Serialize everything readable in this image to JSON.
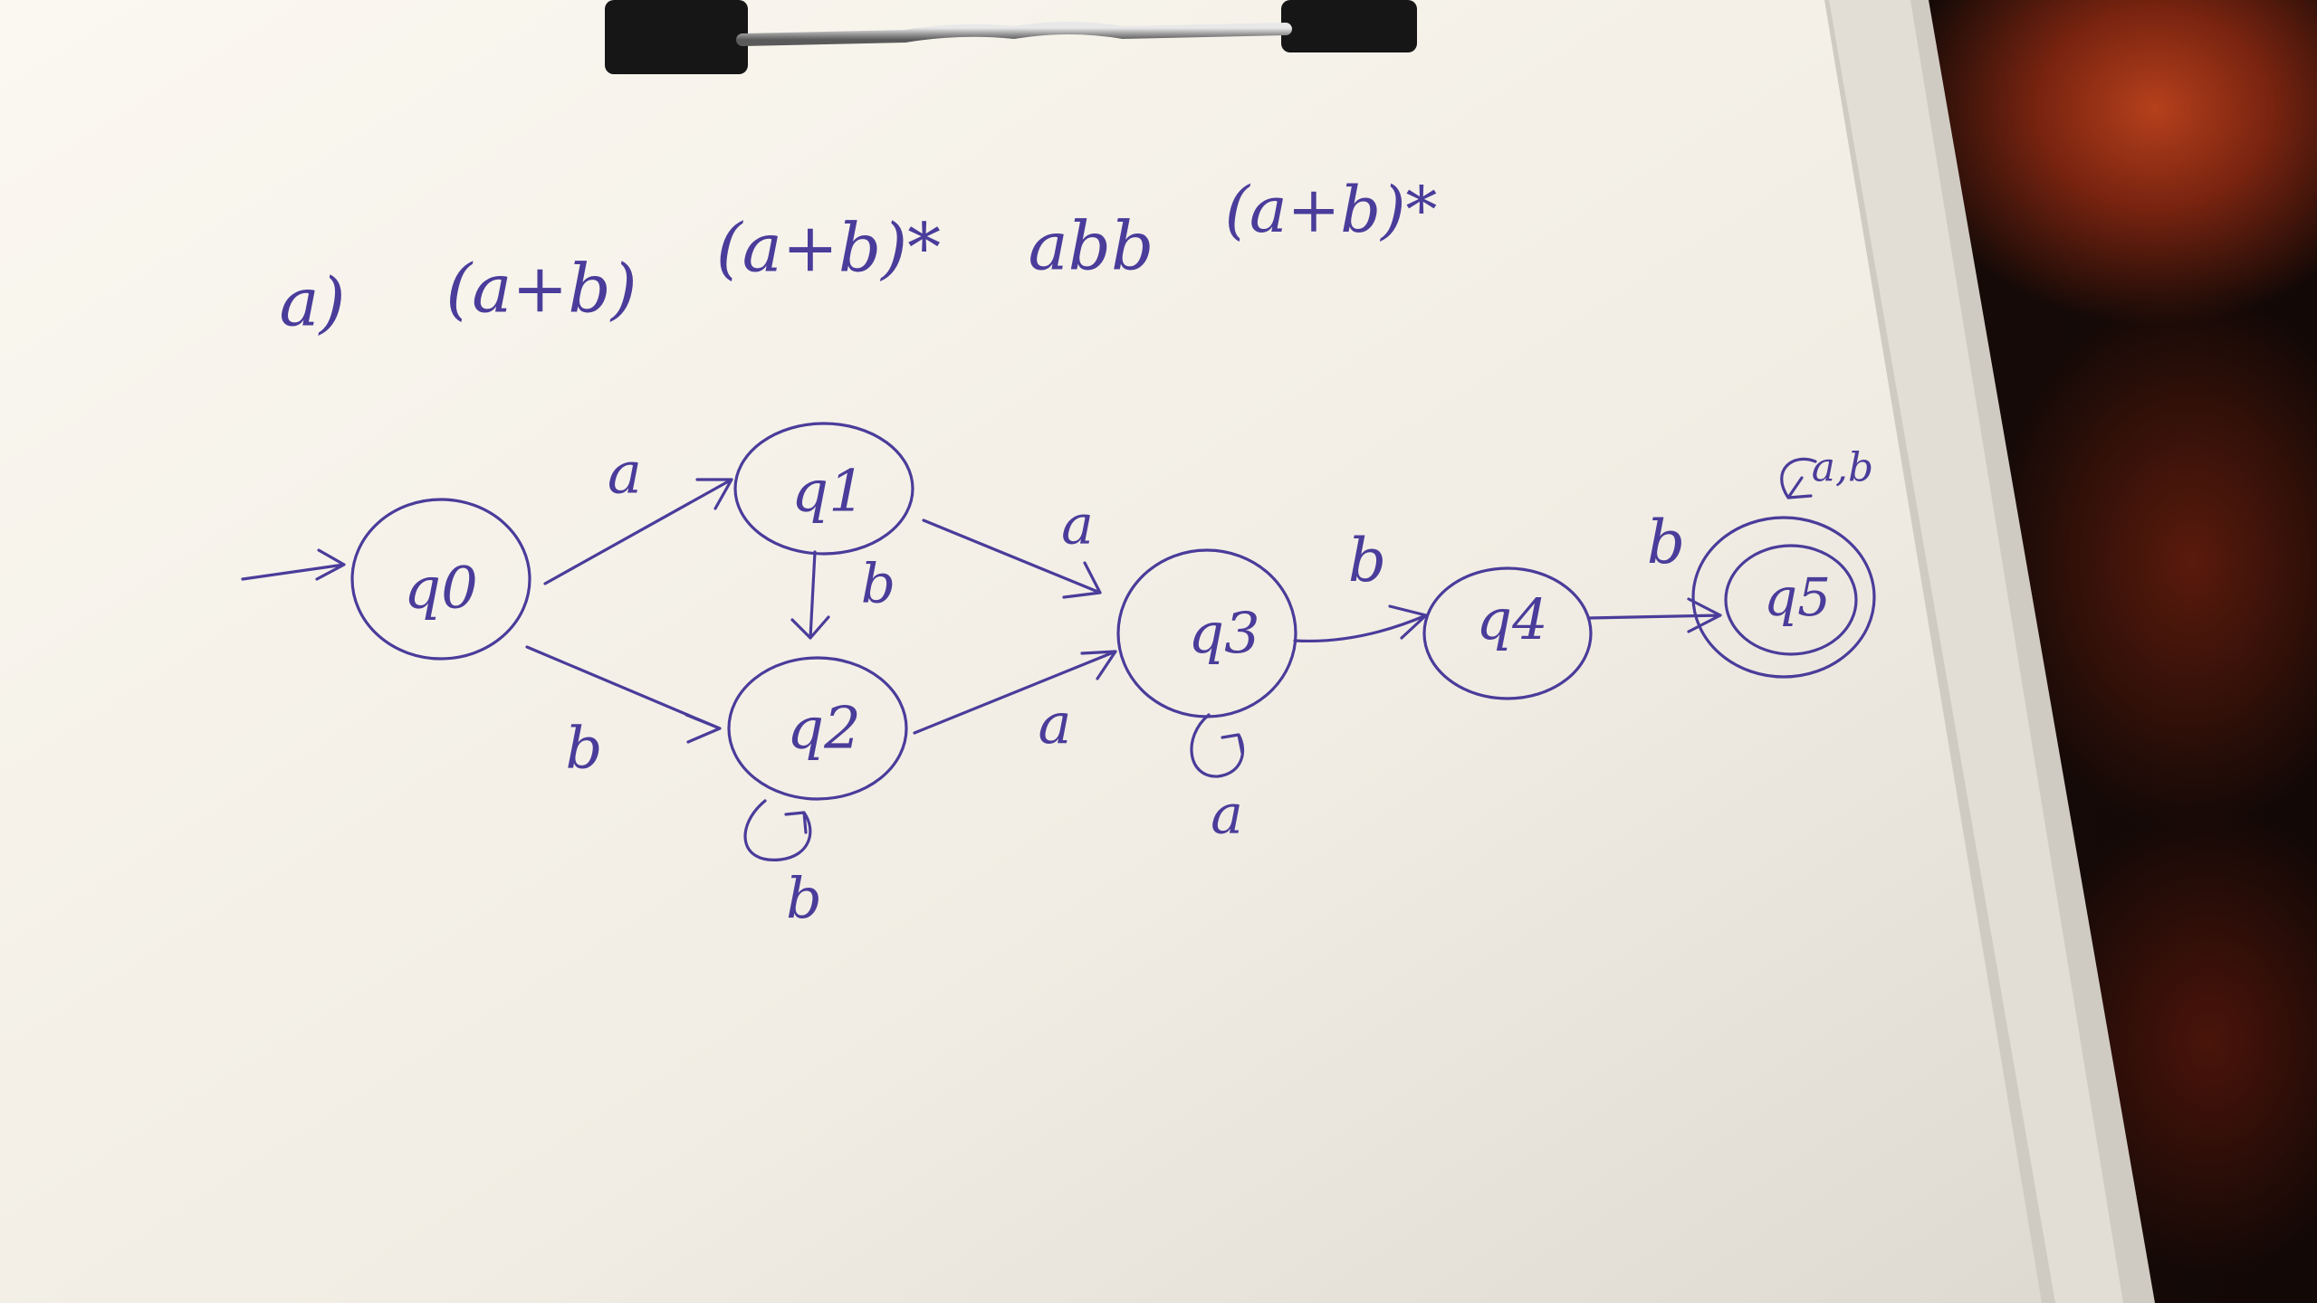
{
  "diagram": {
    "expression": {
      "part_label": "a)",
      "terms": [
        "(a+b)",
        "(a+b)*",
        "abb",
        "(a+b)*"
      ]
    },
    "states": [
      {
        "id": "q0",
        "label": "q0",
        "start": true,
        "accepting": false
      },
      {
        "id": "q1",
        "label": "q1",
        "start": false,
        "accepting": false
      },
      {
        "id": "q2",
        "label": "q2",
        "start": false,
        "accepting": false
      },
      {
        "id": "q3",
        "label": "q3",
        "start": false,
        "accepting": false
      },
      {
        "id": "q4",
        "label": "q4",
        "start": false,
        "accepting": false
      },
      {
        "id": "q5",
        "label": "q5",
        "start": false,
        "accepting": true
      }
    ],
    "transitions": [
      {
        "from": "q0",
        "to": "q1",
        "label": "a"
      },
      {
        "from": "q0",
        "to": "q2",
        "label": "b"
      },
      {
        "from": "q1",
        "to": "q2",
        "label": "b"
      },
      {
        "from": "q1",
        "to": "q3",
        "label": "a"
      },
      {
        "from": "q2",
        "to": "q2",
        "label": "b"
      },
      {
        "from": "q2",
        "to": "q3",
        "label": "a"
      },
      {
        "from": "q3",
        "to": "q3",
        "label": "a"
      },
      {
        "from": "q3",
        "to": "q4",
        "label": "b"
      },
      {
        "from": "q4",
        "to": "q5",
        "label": "b"
      },
      {
        "from": "q5",
        "to": "q5",
        "label": "a,b"
      }
    ]
  }
}
